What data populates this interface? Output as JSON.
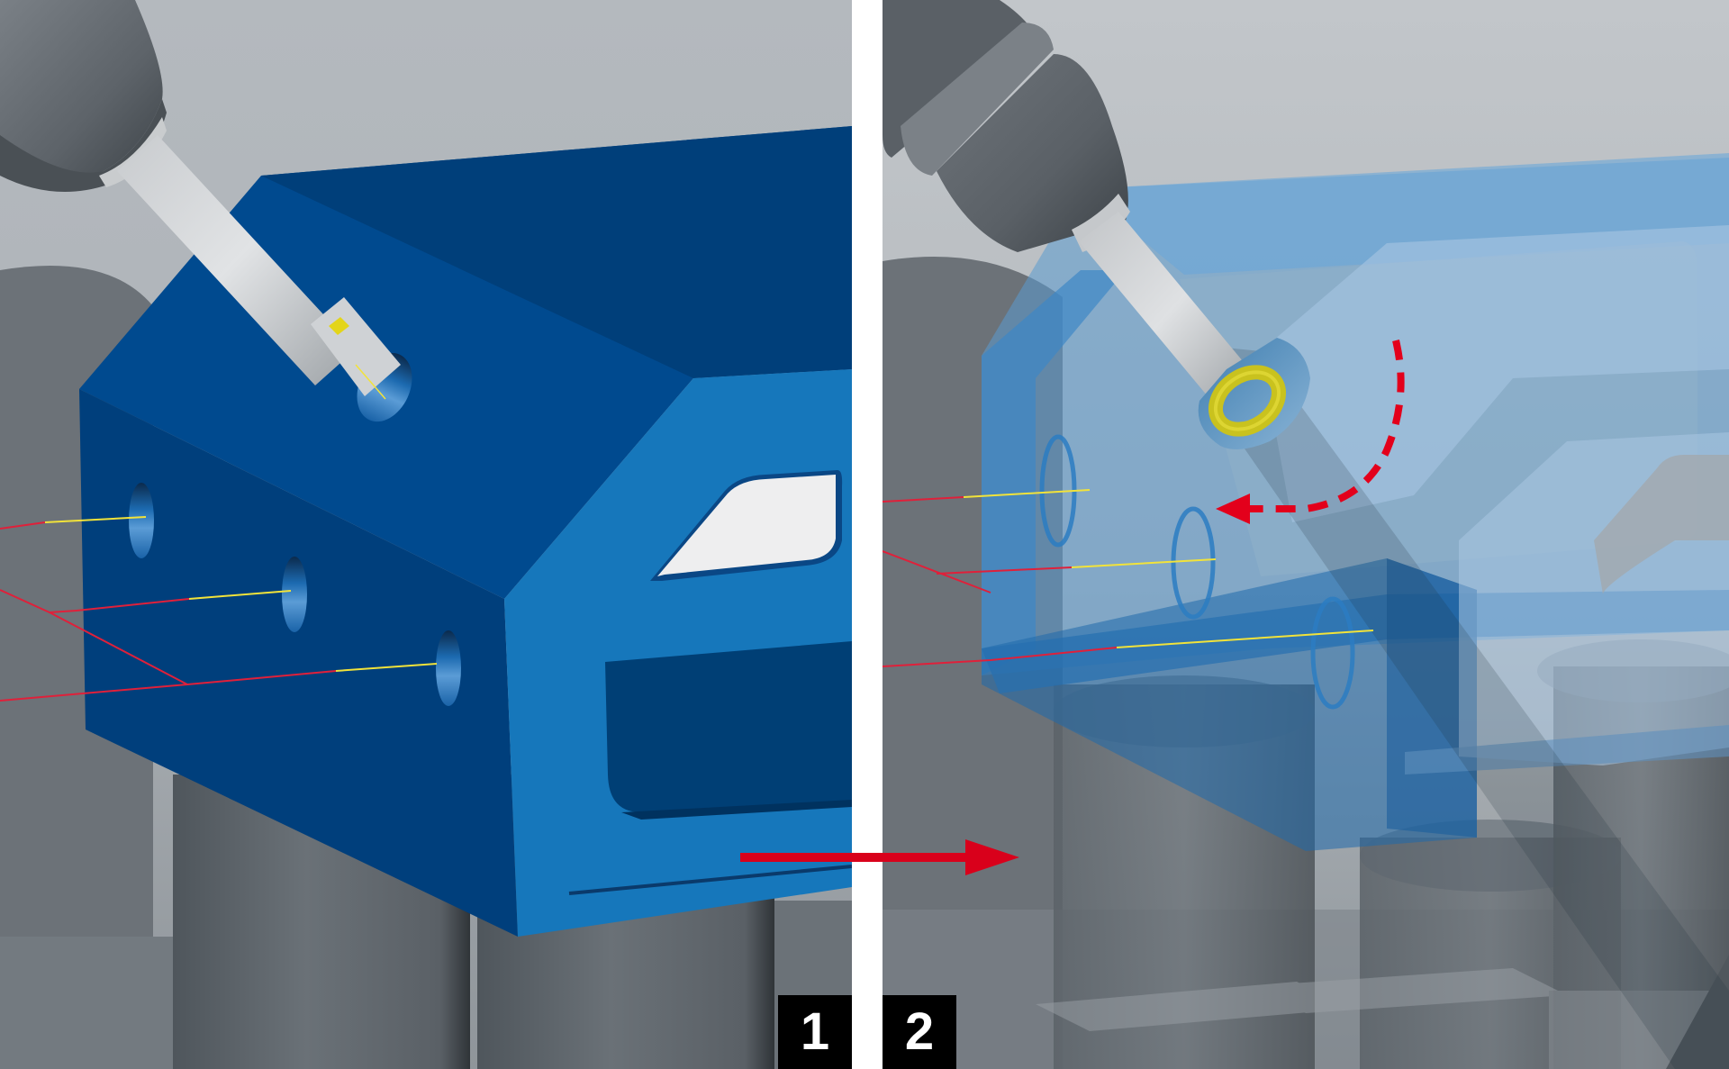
{
  "figure": {
    "panels": [
      {
        "label": "1",
        "description": "Opaque blue workpiece with drilled holes; tool spindle engaging a hole on the top face",
        "workpiece_color": "#004a8f",
        "workpiece_side_color": "#1677bb",
        "hole_count_side": 3
      },
      {
        "label": "2",
        "description": "Semi-transparent workpiece view; tool with yellow counterbore ring, dashed red rotation arrow",
        "workpiece_color": "#5b9ad0",
        "tool_ring_color": "#c9c21e"
      }
    ],
    "transition_arrow": {
      "direction": "right",
      "color": "#d9001b"
    },
    "rotation_arrow": {
      "style": "dashed",
      "direction": "counter-clockwise",
      "color": "#e3001b"
    },
    "toolpath_colors": {
      "rapid": "#e0203a",
      "feed": "#f2e33a"
    },
    "background_color": "#aeb3b8"
  }
}
